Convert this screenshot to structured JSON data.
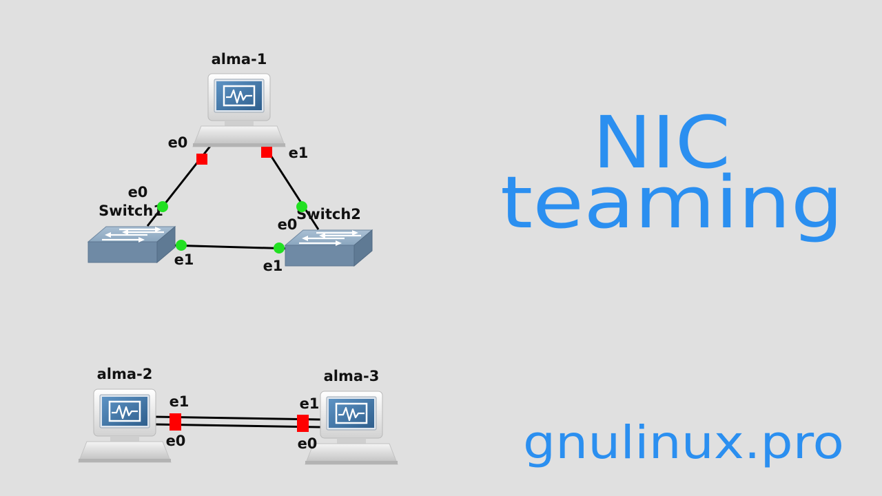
{
  "title": {
    "line1": "NIC",
    "line2": "teaming",
    "footer": "gnulinux.pro",
    "color": "#2b8ff0"
  },
  "topology": {
    "alma1": {
      "name": "alma-1",
      "if_e0": "e0",
      "if_e1": "e1"
    },
    "switch1": {
      "name": "Switch1",
      "if_e0": "e0",
      "if_e1": "e1"
    },
    "switch2": {
      "name": "Switch2",
      "if_e0": "e0",
      "if_e1": "e1"
    }
  },
  "bond": {
    "alma2": {
      "name": "alma-2",
      "if_e1": "e1",
      "if_e0": "e0"
    },
    "alma3": {
      "name": "alma-3",
      "if_e1": "e1",
      "if_e0": "e0"
    }
  },
  "link_status_colors": {
    "up": "#22e022",
    "down": "#ff0000"
  },
  "icons": {
    "host": "computer-monitor-icon",
    "switch": "ethernet-switch-icon"
  }
}
